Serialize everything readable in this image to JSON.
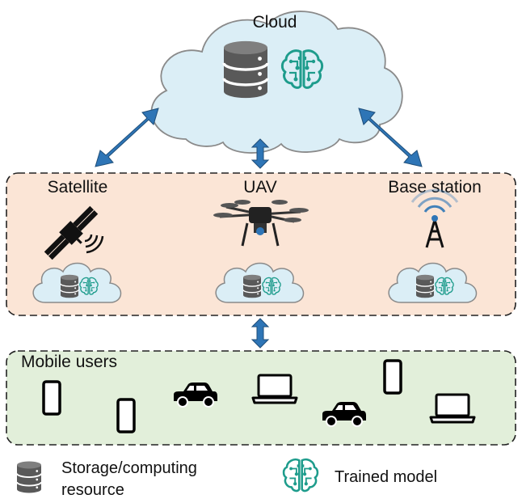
{
  "cloud": {
    "label": "Cloud"
  },
  "edge": {
    "nodes": [
      {
        "label": "Satellite"
      },
      {
        "label": "UAV"
      },
      {
        "label": "Base station"
      }
    ]
  },
  "mobile": {
    "label": "Mobile users"
  },
  "legend": {
    "storage_line1": "Storage/computing",
    "storage_line2": "resource",
    "model": "Trained model"
  },
  "colors": {
    "cloud_fill": "#dbeef6",
    "edge_panel": "#fbe5d6",
    "mobile_panel": "#e2efda",
    "arrow": "#2e75b6",
    "db": "#595959",
    "model": "#1e9c8c"
  }
}
